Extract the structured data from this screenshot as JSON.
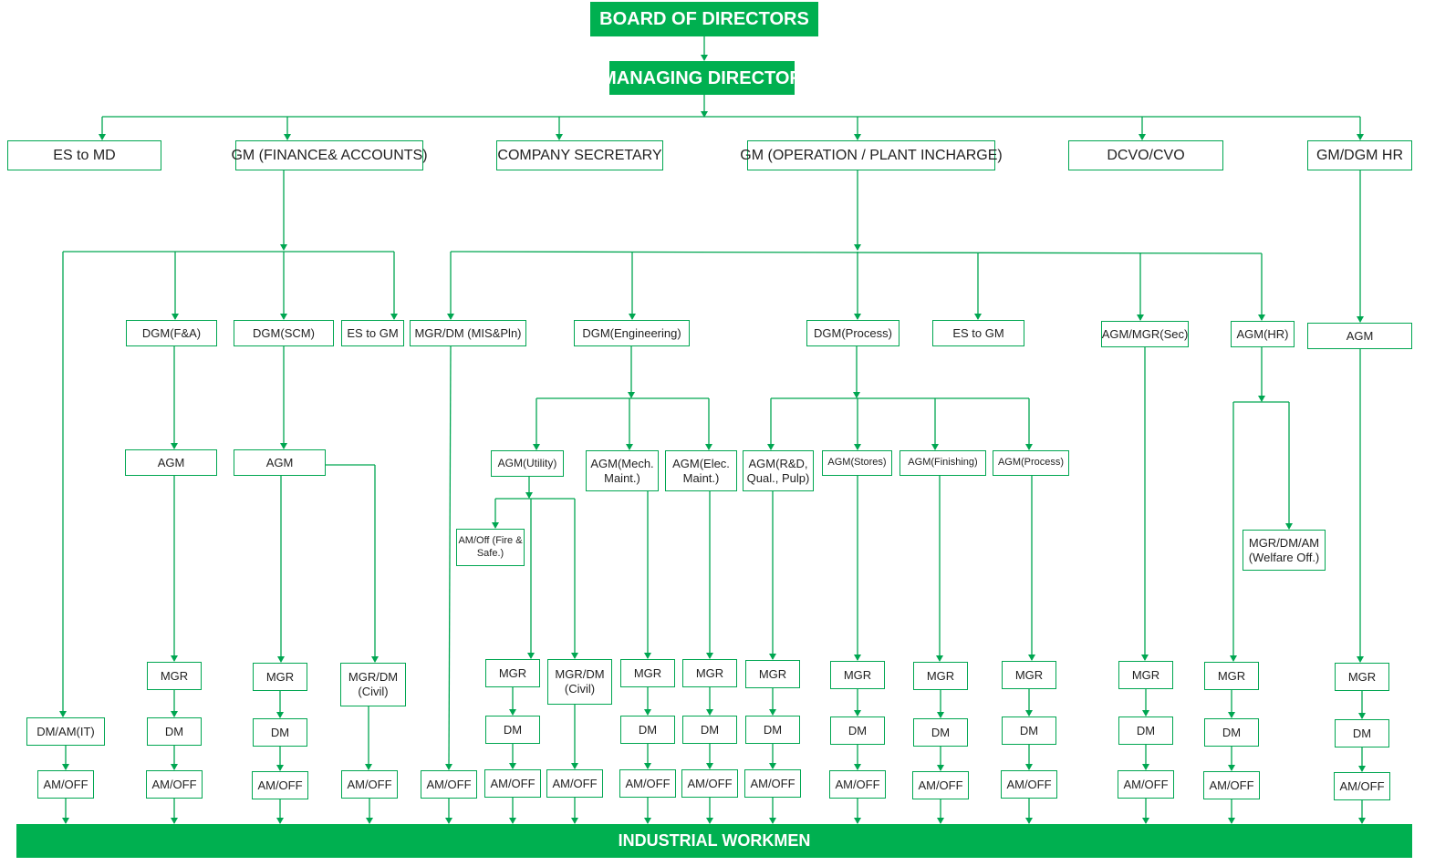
{
  "colors": {
    "line": "#00a651",
    "fill": "#00b050",
    "text": "#222222"
  },
  "top": {
    "board": "BOARD OF DIRECTORS",
    "md": "MANAGING DIRECTOR",
    "workmen": "INDUSTRIAL WORKMEN"
  },
  "level1": {
    "es_md": "ES to MD",
    "gm_fa": "GM (FINANCE& ACCOUNTS)",
    "cs": "COMPANY SECRETARY",
    "gm_op": "GM (OPERATION / PLANT INCHARGE)",
    "dcvo": "DCVO/CVO",
    "gm_hr": "GM/DGM HR"
  },
  "level2": {
    "dgm_fa": "DGM(F&A)",
    "dgm_scm": "DGM(SCM)",
    "es_gm_fin": "ES to GM",
    "mgr_mis": "MGR/DM (MIS&Pln)",
    "dgm_eng": "DGM(Engineering)",
    "dgm_proc": "DGM(Process)",
    "es_gm_op": "ES to GM",
    "agm_sec": "AGM/MGR(Sec)",
    "agm_hr": "AGM(HR)",
    "agm_hrcol": "AGM"
  },
  "level3": {
    "agm_fa": "AGM",
    "agm_scm": "AGM",
    "agm_util": "AGM(Utility)",
    "agm_mech": "AGM(Mech. Maint.)",
    "agm_elec": "AGM(Elec. Maint.)",
    "agm_rd": "AGM(R&D, Qual., Pulp)",
    "agm_stores": "AGM(Stores)",
    "agm_fin": "AGM(Finishing)",
    "agm_process": "AGM(Process)",
    "am_fire": "AM/Off (Fire & Safe.)",
    "mgr_welfare": "MGR/DM/AM (Welfare Off.)"
  },
  "level4": {
    "dm_it": "DM/AM(IT)",
    "mgr_civil_scm": "MGR/DM (Civil)",
    "mgr_civil_util": "MGR/DM (Civil)",
    "mgr": "MGR",
    "dm": "DM",
    "am": "AM/OFF"
  }
}
